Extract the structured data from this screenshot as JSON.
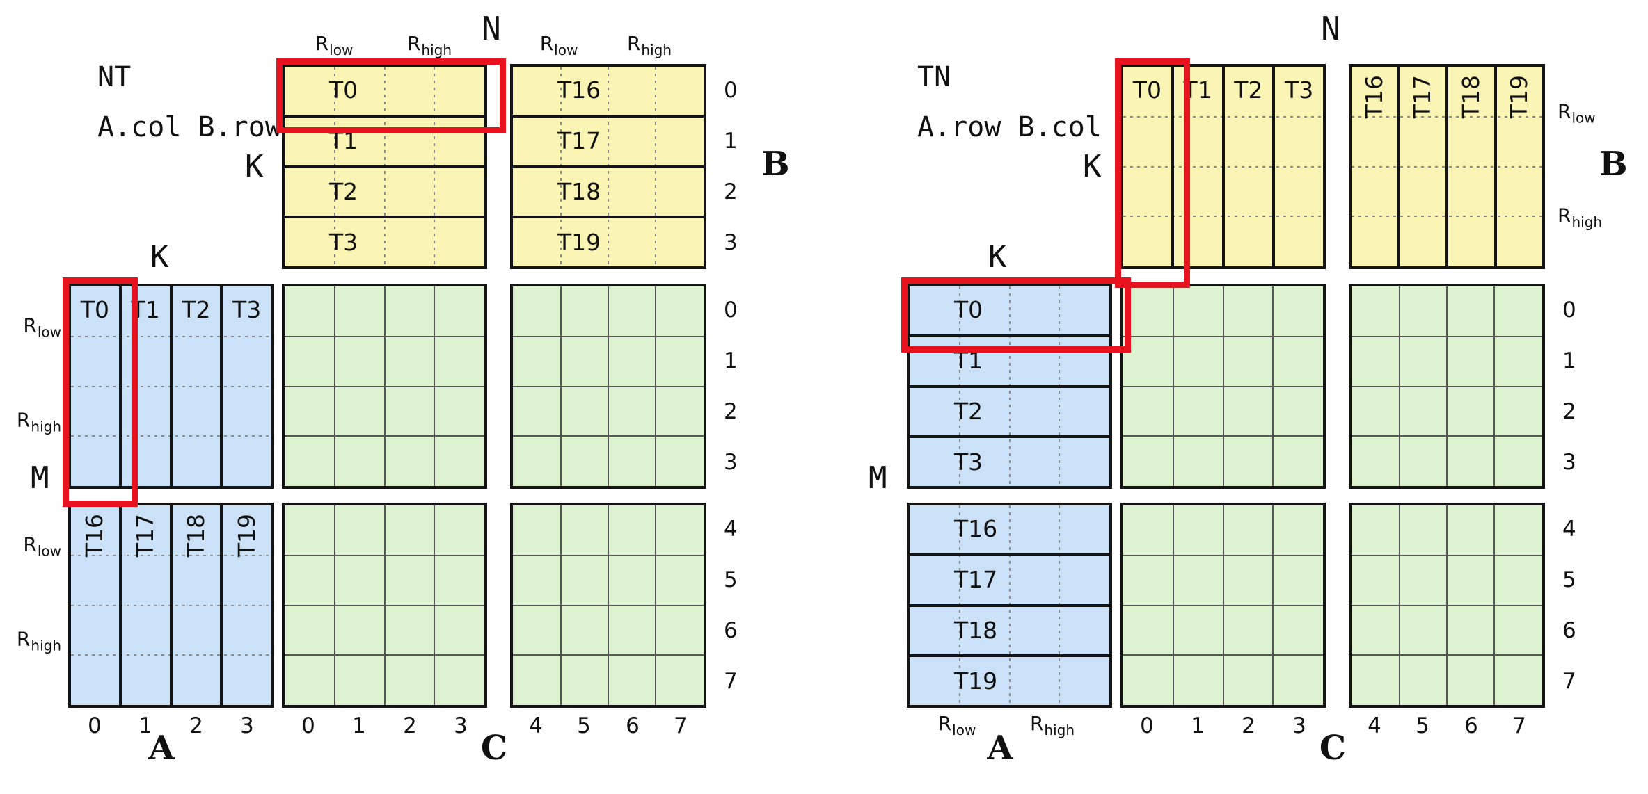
{
  "r": {
    "sym": "R",
    "low": "low",
    "high": "high"
  },
  "colors": {
    "a_fill": "#CBE1F7",
    "b_fill": "#FAF5B4",
    "c_fill": "#DDF2CF",
    "highlight": "#E8131E"
  },
  "panels": {
    "left": {
      "title": "NT",
      "subtitle": "A.col B.row",
      "n_label": "N",
      "k_b_label": "K",
      "k_a_label": "K",
      "m_label": "M",
      "a_label": "A",
      "b_label": "B",
      "c_label": "C",
      "b_tiles_block1": [
        "T0",
        "T1",
        "T2",
        "T3"
      ],
      "b_tiles_block2": [
        "T16",
        "T17",
        "T18",
        "T19"
      ],
      "a_tiles_block1": [
        "T0",
        "T1",
        "T2",
        "T3"
      ],
      "a_tiles_block2": [
        "T16",
        "T17",
        "T18",
        "T19"
      ],
      "b_row_indices": [
        "0",
        "1",
        "2",
        "3"
      ],
      "a_col_indices": [
        "0",
        "1",
        "2",
        "3"
      ],
      "c_row_indices": [
        "0",
        "1",
        "2",
        "3",
        "4",
        "5",
        "6",
        "7"
      ],
      "c_col_indices": [
        "0",
        "1",
        "2",
        "3",
        "4",
        "5",
        "6",
        "7"
      ]
    },
    "right": {
      "title": "TN",
      "subtitle": "A.row B.col",
      "n_label": "N",
      "k_b_label": "K",
      "k_a_label": "K",
      "m_label": "M",
      "a_label": "A",
      "b_label": "B",
      "c_label": "C",
      "b_tiles_block1": [
        "T0",
        "T1",
        "T2",
        "T3"
      ],
      "b_tiles_block2": [
        "T16",
        "T17",
        "T18",
        "T19"
      ],
      "a_tiles_block1": [
        "T0",
        "T1",
        "T2",
        "T3"
      ],
      "a_tiles_block2": [
        "T16",
        "T17",
        "T18",
        "T19"
      ],
      "c_row_indices": [
        "0",
        "1",
        "2",
        "3",
        "4",
        "5",
        "6",
        "7"
      ],
      "c_col_indices": [
        "0",
        "1",
        "2",
        "3",
        "4",
        "5",
        "6",
        "7"
      ]
    }
  }
}
